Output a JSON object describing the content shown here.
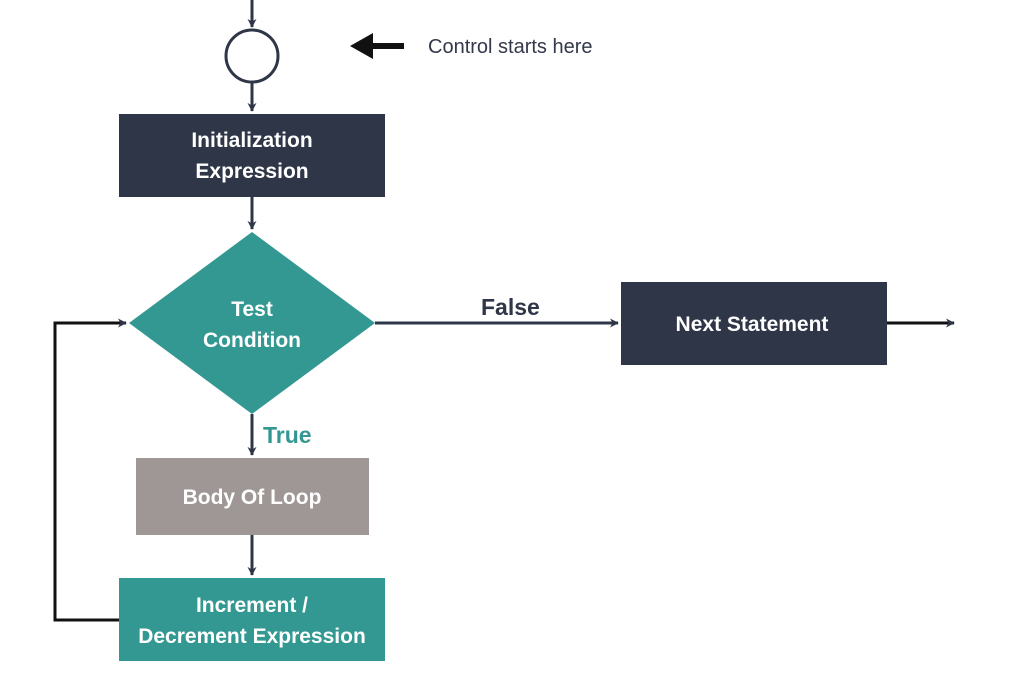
{
  "colors": {
    "dark_navy": "#2e3647",
    "teal": "#339892",
    "gray": "#9e9795",
    "line": "#2e3647",
    "background": "#ffffff"
  },
  "annotation": {
    "text": "Control starts here"
  },
  "nodes": {
    "initialization": {
      "line1": "Initialization",
      "line2": "Expression"
    },
    "test_condition": {
      "line1": "Test",
      "line2": "Condition"
    },
    "next_statement": {
      "label": "Next Statement"
    },
    "body_of_loop": {
      "label": "Body Of Loop"
    },
    "increment": {
      "line1": "Increment /",
      "line2": "Decrement Expression"
    }
  },
  "edges": {
    "false_label": "False",
    "true_label": "True"
  }
}
